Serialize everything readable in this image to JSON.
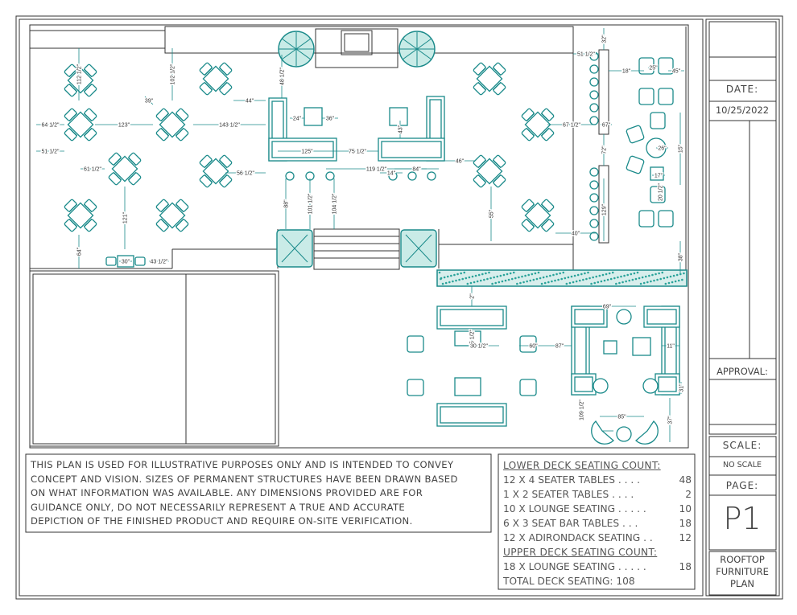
{
  "notes": {
    "lines": [
      "THIS PLAN IS USED FOR ILLUSTRATIVE PURPOSES ONLY AND IS INTENDED TO CONVEY",
      "CONCEPT AND VISION. SIZES OF PERMANENT STRUCTURES HAVE BEEN DRAWN BASED",
      "ON WHAT INFORMATION WAS AVAILABLE. ANY DIMENSIONS PROVIDED ARE FOR",
      "GUIDANCE ONLY, DO NOT NECESSARILY REPRESENT A TRUE AND ACCURATE",
      "DEPICTION OF THE FINISHED PRODUCT AND REQUIRE ON-SITE VERIFICATION."
    ]
  },
  "seating": {
    "lower_title": "LOWER DECK SEATING COUNT:",
    "lower": [
      {
        "label": "12 X 4 SEATER TABLES . . . .",
        "value": "48"
      },
      {
        "label": "1 X 2 SEATER TABLES . . . .",
        "value": "2"
      },
      {
        "label": "10 X LOUNGE SEATING . . . . .",
        "value": "10"
      },
      {
        "label": "6 X 3 SEAT BAR TABLES . . .",
        "value": "18"
      },
      {
        "label": "12 X ADIRONDACK SEATING . .",
        "value": "12"
      }
    ],
    "upper_title": "UPPER DECK SEATING COUNT:",
    "upper": [
      {
        "label": "18 X LOUNGE SEATING . . . . .",
        "value": "18"
      }
    ],
    "total": "TOTAL DECK SEATING: 108"
  },
  "title_block": {
    "date_label": "DATE:",
    "date": "10/25/2022",
    "approval_label": "APPROVAL:",
    "scale_label": "SCALE:",
    "scale": "NO SCALE",
    "page_label": "PAGE:",
    "page": "P1",
    "sheet_title": [
      "ROOFTOP",
      "FURNITURE",
      "PLAN"
    ]
  },
  "dimensions": [
    "112 1/2\"",
    "102 1/2\"",
    "64 1/2\"",
    "123\"",
    "143 1/2\"",
    "51 1/2\"",
    "61 1/2\"",
    "39\"",
    "56 1/2\"",
    "44\"",
    "48 1/2\"",
    "24\"",
    "36\"",
    "125\"",
    "75 1/2\"",
    "119 1/2\"",
    "43\"",
    "84\"",
    "14\"",
    "46\"",
    "67 1/2\"",
    "121\"",
    "64\"",
    "30\"",
    "43 1/2\"",
    "88\"",
    "101 1/2\"",
    "104 1/2\"",
    "55\"",
    "40\"",
    "32\"",
    "51 1/2\"",
    "18\"",
    "67\"",
    "72\"",
    "129\"",
    "15\"",
    "25\"",
    "45\"",
    "26\"",
    "17\"",
    "20 1/2\"",
    "38\"",
    "2\"",
    "65 1/2\"",
    "30 1/2\"",
    "60\"",
    "87\"",
    "69\"",
    "11\"",
    "31\"",
    "109 1/2\"",
    "85\"",
    "37\""
  ],
  "colors": {
    "teal": "#1a8a8a",
    "line": "#333333",
    "hedge": "#2aa39a"
  }
}
